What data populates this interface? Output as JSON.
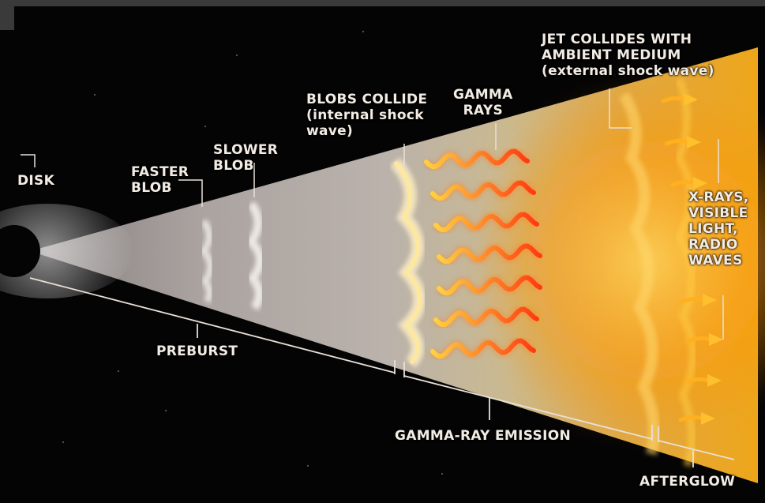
{
  "diagram": {
    "labels": {
      "disk": [
        "DISK"
      ],
      "faster_blob": [
        "FASTER",
        "BLOB"
      ],
      "slower_blob": [
        "SLOWER",
        "BLOB"
      ],
      "blobs_collide": [
        "BLOBS COLLIDE",
        "(internal shock",
        "wave)"
      ],
      "gamma_rays": [
        "GAMMA",
        "RAYS"
      ],
      "jet_collides": [
        "JET COLLIDES WITH",
        "AMBIENT MEDIUM",
        "(external shock wave)"
      ],
      "afterglow_radiation": [
        "X-RAYS,",
        "VISIBLE",
        "LIGHT,",
        "RADIO",
        "WAVES"
      ]
    },
    "phases": {
      "preburst": "PREBURST",
      "gamma_ray_emission": "GAMMA-RAY EMISSION",
      "afterglow": "AFTERGLOW"
    },
    "colors": {
      "background": "#050404",
      "jet_cone": "#cfc7c2",
      "fireball": "#ffb21c",
      "gamma_wave": "#ff4a14",
      "arrow": "#ffb01e",
      "leader_line": "#e8e0d8",
      "text": "#f2ece4"
    }
  }
}
